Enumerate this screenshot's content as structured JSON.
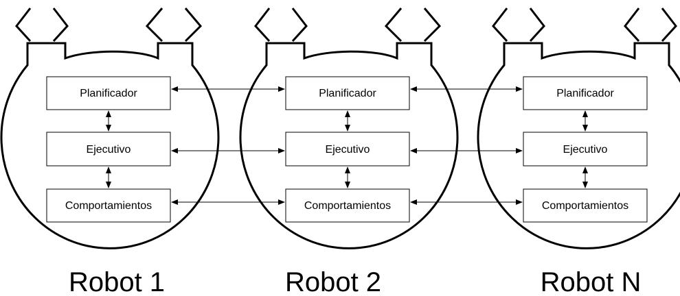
{
  "robots": [
    {
      "name": "Robot 1",
      "layers": [
        "Planificador",
        "Ejecutivo",
        "Comportamientos"
      ]
    },
    {
      "name": "Robot 2",
      "layers": [
        "Planificador",
        "Ejecutivo",
        "Comportamientos"
      ]
    },
    {
      "name": "Robot N",
      "layers": [
        "Planificador",
        "Ejecutivo",
        "Comportamientos"
      ]
    }
  ],
  "colors": {
    "stroke": "#000000",
    "background": "#ffffff"
  }
}
